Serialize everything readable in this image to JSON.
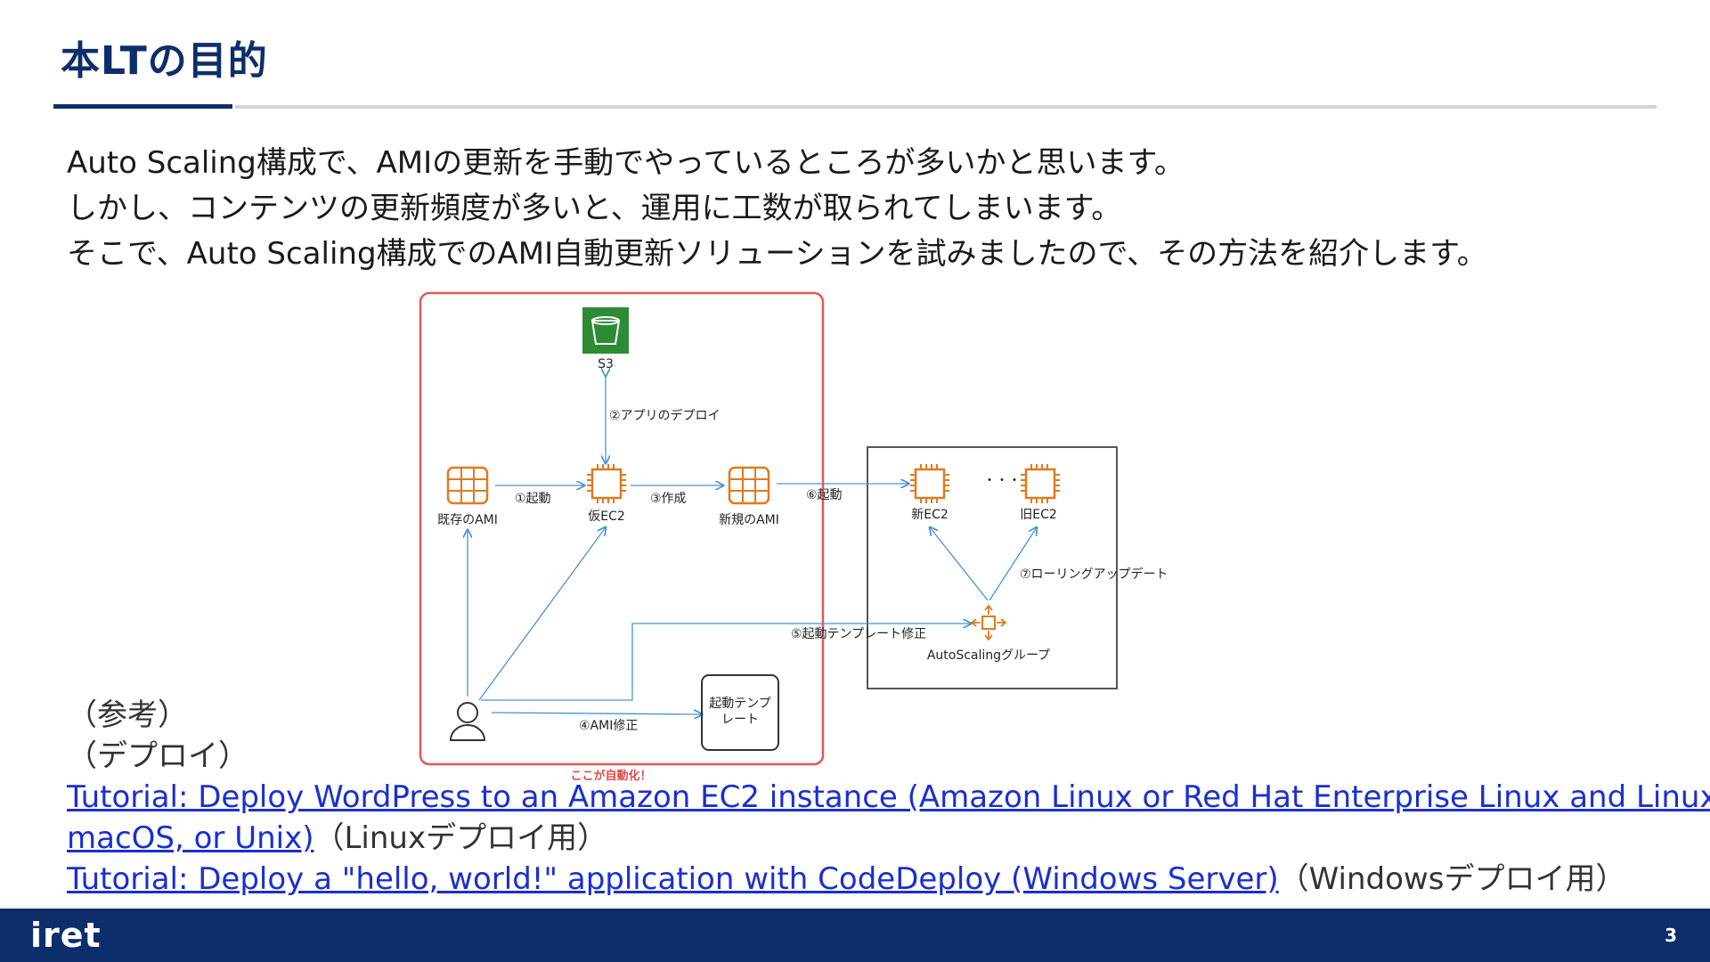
{
  "title": "本LTの目的",
  "body": {
    "line1": "Auto Scaling構成で、AMIの更新を手動でやっているところが多いかと思います。",
    "line2": "しかし、コンテンツの更新頻度が多いと、運用に工数が取られてしまいます。",
    "line3": "そこで、Auto Scaling構成でのAMI自動更新ソリューションを試みましたので、その方法を紹介します。"
  },
  "diagram": {
    "s3": "S3",
    "step2": "②アプリのデプロイ",
    "existing_ami": "既存のAMI",
    "step1": "①起動",
    "temp_ec2": "仮EC2",
    "step3": "③作成",
    "new_ami": "新規のAMI",
    "step6": "⑥起動",
    "new_ec2": "新EC2",
    "dots": "・・・",
    "old_ec2": "旧EC2",
    "step7": "⑦ローリングアップデート",
    "step5": "⑤起動テンプレート修正",
    "asg": "AutoScalingグループ",
    "template_line1": "起動テンプ",
    "template_line2": "レート",
    "step4": "④AMI修正",
    "automated": "ここが自動化！"
  },
  "reference": {
    "heading": "（参考）",
    "subheading": "（デプロイ）",
    "link1_line1": "Tutorial: Deploy WordPress to an Amazon EC2 instance (Amazon Linux or Red Hat Enterprise Linux and Linux,",
    "link1_line2": "macOS, or Unix)",
    "link1_suffix": "（Linuxデプロイ用）",
    "link2": "Tutorial: Deploy a \"hello, world!\" application with CodeDeploy (Windows Server)",
    "link2_suffix": "（Windowsデプロイ用）"
  },
  "footer": {
    "logo": "iret",
    "page": "3"
  }
}
